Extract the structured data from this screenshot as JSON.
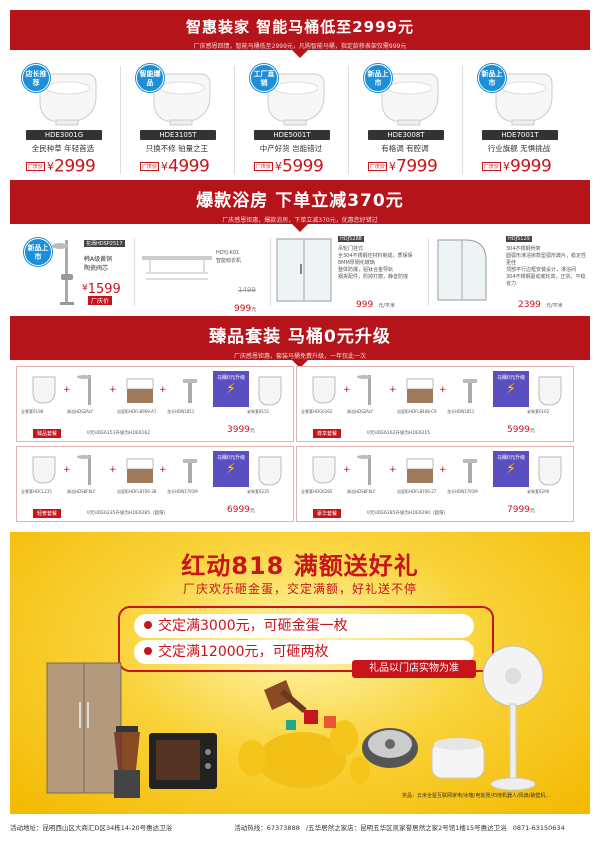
{
  "section1": {
    "title": "智惠装家 智能马桶低至2999元",
    "subtitle": "厂庆感恩回馈，智能马桶低至2999元，凡购智能马桶，指定款移表架仅需999元",
    "products": [
      {
        "tag": "店长推荐",
        "code": "HDE3001G",
        "slogan": "全民种草 年轻首选",
        "price": "2999"
      },
      {
        "tag": "智能爆品",
        "code": "HDE3105T",
        "slogan": "只换不修 铂量之王",
        "price": "4999"
      },
      {
        "tag": "工厂直销",
        "code": "HDE5001T",
        "slogan": "中产好货 岂能错过",
        "price": "5999"
      },
      {
        "tag": "新品上市",
        "code": "HDE3008T",
        "slogan": "有格调 有腔调",
        "price": "7999"
      },
      {
        "tag": "新品上市",
        "code": "HDE7001T",
        "slogan": "行业旗舰 无惧挑战",
        "price": "9999"
      }
    ],
    "price_label": "厂庆价",
    "yen": "¥"
  },
  "section2": {
    "title": "爆款浴房 下单立减370元",
    "subtitle": "厂庆感恩钜惠，爆款浴房，下单立减370元，优惠您好错过",
    "items": [
      {
        "tag": "新品上市",
        "code": "花洒HDSP2517",
        "desc1": "韩A级黄铜",
        "desc2": "陶瓷阀芯",
        "price": "1599",
        "label": "厂庆价"
      },
      {
        "code": "HDYJ-K01",
        "desc": "智能晾衣机",
        "orig": "1499",
        "price": "999",
        "unit": "元"
      },
      {
        "code": "HDJ5288",
        "lines": [
          "吊轮门挂式",
          "全304不锈钢坯材料制成，质保保",
          "8MM厚钢化玻璃",
          "整体防爆，铝钛合金导轨",
          "钢夹配件，防掉打磨，静音防撞"
        ],
        "price": "999",
        "unit": "元/平米"
      },
      {
        "code": "HDJ5129",
        "lines": [
          "304不锈钢骨架",
          "圆弧形淋浴房款型弧形玻片，稳定性更佳",
          "顶部平行边框安装设计，淋浴间",
          "304不锈钢驱动底轮高，正宗，平稳省力"
        ],
        "price": "2399",
        "unit": "元/平米"
      }
    ]
  },
  "section3": {
    "title": "臻品套装 马桶0元升级",
    "subtitle": "厂庆感恩钜惠，套装马桶免费升级，一年仅此一次",
    "sets": [
      {
        "label": "臻品套餐",
        "free": "马桶0元升级",
        "items": [
          "全景套6198",
          "淋浴HDS2ALY",
          "浴室柜HDFL8969-A7",
          "龙头HDN1851",
          "安装套8151"
        ],
        "note": "0元HDE6151升级为HDE6162",
        "price": "3999",
        "unit": "元"
      },
      {
        "label": "尊享套餐",
        "free": "马桶0元升级",
        "items": [
          "全景套HDG6162",
          "淋浴HDS2ALY",
          "浴室柜HDFL8468-C9",
          "龙头HDN1851",
          "安装套6162"
        ],
        "note": "0元HDE6162升级为HDE6215",
        "price": "5999",
        "unit": "元"
      },
      {
        "label": "轻奢套餐",
        "free": "马桶0元升级",
        "items": [
          "全景套HDCL235",
          "淋浴HDS8F6LY",
          "浴室柜HDFL8706-38",
          "龙头HDN1791M",
          "安装套6235"
        ],
        "note": "0元HDE6235升级为HDE6285（超值）",
        "price": "6999",
        "unit": "元"
      },
      {
        "label": "豪华套餐",
        "free": "马桶0元升级",
        "items": [
          "全景套HDG6285",
          "淋浴HDS8F6LY",
          "浴室柜HDFL8706-27",
          "龙头HDN1791M",
          "安装套6290"
        ],
        "note": "0元HDE6285升级为HDE6290（超值）",
        "price": "7999",
        "unit": "元"
      }
    ]
  },
  "section4": {
    "title": "红动818 满额送好礼",
    "subtitle": "厂庆欢乐砸金蛋，交定满额，好礼送不停",
    "rule1": "交定满3000元，可砸金蛋一枚",
    "rule2": "交定满12000元，可砸两枚",
    "gift_note": "礼品以门店实物为准",
    "prize_note": "奖品：云米全屋互联网家电/冰箱/电饭煲/扫地机器人/风扇/破壁机..."
  },
  "footer": {
    "address": "活动地址：昆明西山区大商汇D区34栋14-20号惠达卫浴",
    "phone": "活动热线：67373888",
    "branch": "/五华居然之家店：昆明五华区凯家誉居然之家2号馆1楼15号惠达卫浴",
    "branch_phone": "0871-63150634"
  },
  "colors": {
    "brand_red": "#b5141b",
    "accent_blue": "#1c8fd8",
    "promo_yellow": "#f7c21a"
  }
}
